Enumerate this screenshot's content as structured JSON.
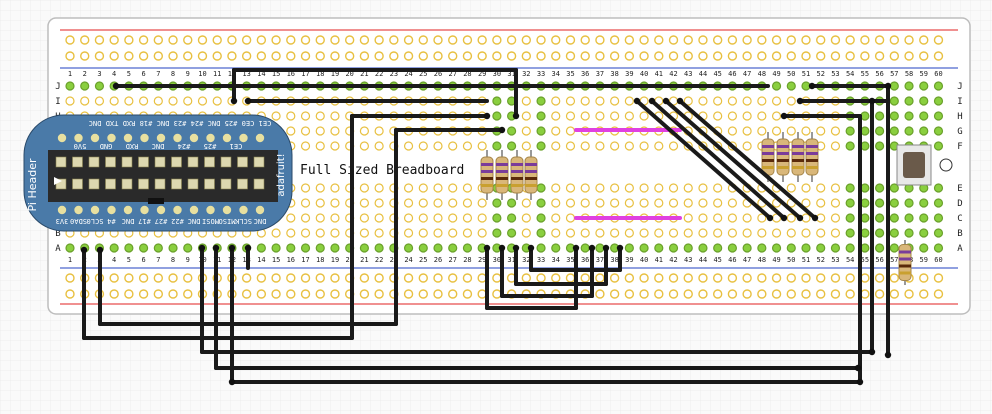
{
  "title": "Full Sized Breadboard",
  "header": {
    "name": "Pi Header",
    "brand": "adafruit!",
    "top_row_labels": [
      "DNC",
      "TXD",
      "RXD",
      "#18",
      "DNC",
      "#23",
      "#24",
      "DNC",
      "#25",
      "CE0",
      "CE1"
    ],
    "top_sub_labels": [
      "5V0",
      "GND",
      "RXD",
      "DNC",
      "#24",
      "#25",
      "CE1"
    ],
    "bottom_row_labels": [
      "3V3",
      "SDA0",
      "SCL0",
      "#4",
      "DNC",
      "#17",
      "#27",
      "#22",
      "DNC",
      "MOSI",
      "MISO",
      "SCLK",
      "DNC"
    ]
  },
  "breadboard": {
    "columns": 60,
    "row_letters_top": [
      "J",
      "I",
      "H",
      "G",
      "F"
    ],
    "row_letters_bottom": [
      "E",
      "D",
      "C",
      "B",
      "A"
    ]
  },
  "colors": {
    "hole_top_rail": "#e8c040",
    "hole_green": "#8acf3f",
    "wire": "#1a1a1a",
    "jumper": "#e040e0",
    "board_header": "#4a7aa8",
    "rail_red": "#e02020",
    "rail_blue": "#2040c0"
  }
}
